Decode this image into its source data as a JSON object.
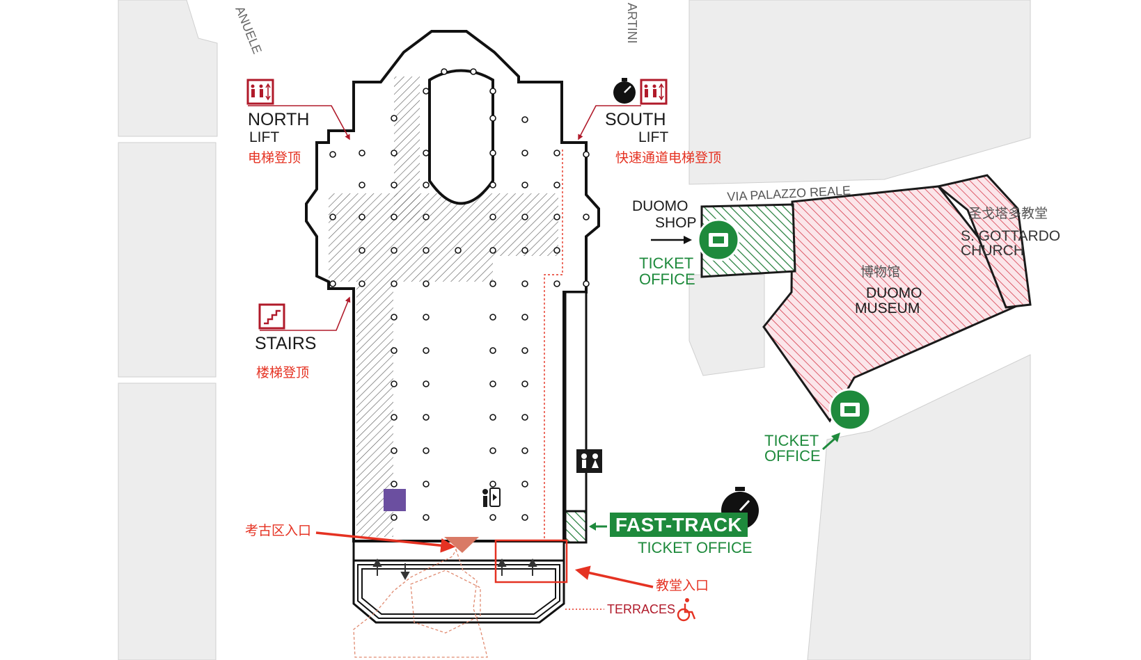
{
  "streets": {
    "north_fragment": "ANUELE",
    "south_fragment": "ARTINI",
    "palazzo_reale": "VIA PALAZZO REALE"
  },
  "north_lift": {
    "title": "NORTH",
    "subtitle": "LIFT",
    "chinese": "电梯登顶",
    "icon": "lift-icon"
  },
  "south_lift": {
    "title": "SOUTH",
    "subtitle": "LIFT",
    "chinese": "快速通道电梯登顶",
    "icon": "stopwatch-icon"
  },
  "stairs": {
    "title": "STAIRS",
    "chinese": "楼梯登顶",
    "icon": "stairs-icon"
  },
  "duomo_shop": {
    "line1": "DUOMO",
    "line2": "SHOP"
  },
  "ticket_office_1": {
    "line1": "TICKET",
    "line2": "OFFICE"
  },
  "ticket_office_2": {
    "line1": "TICKET",
    "line2": "OFFICE"
  },
  "museum": {
    "chinese": "博物馆",
    "line1": "DUOMO",
    "line2": "MUSEUM"
  },
  "church": {
    "chinese": "圣戈塔多教堂",
    "line1": "S. GOTTARDO",
    "line2": "CHURCH"
  },
  "fast_track": {
    "title": "FAST-TRACK",
    "subtitle": "TICKET OFFICE"
  },
  "archaeological_entrance": "考古区入口",
  "cathedral_entrance": "教堂入口",
  "terraces": "TERRACES",
  "colors": {
    "outline": "#111111",
    "red": "#e53222",
    "green": "#1e8a3c",
    "museum_fill": "#f6dde2",
    "building_gray": "#ededed",
    "purple": "#6b4fa0"
  }
}
